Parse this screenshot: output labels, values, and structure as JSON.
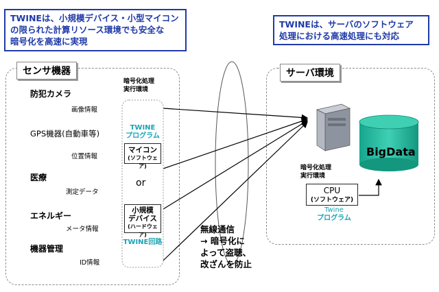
{
  "callouts": {
    "left": [
      "TWINEは、小規模デバイス・小型マイコン",
      "の限られた計算リソース環境でも安全な",
      "暗号化を高速に実現"
    ],
    "right": [
      "TWINEは、サーバのソフトウェア",
      "処理における高速処理にも対応"
    ]
  },
  "sensor": {
    "title": "センサ機器",
    "env_label": [
      "暗号化処理",
      "実行環境"
    ],
    "devices": [
      {
        "name": "防犯カメラ",
        "data": "画像情報"
      },
      {
        "name": "GPS機器(自動車等)",
        "data": "位置情報"
      },
      {
        "name": "医療",
        "data": "測定データ"
      },
      {
        "name": "エネルギー",
        "data": "メータ情報"
      },
      {
        "name": "機器管理",
        "data": "ID情報"
      }
    ],
    "twine_program": [
      "TWINE",
      "プログラム"
    ],
    "mcu_box": [
      "マイコン",
      "(ソフトウェア)"
    ],
    "or": "or",
    "hw_box": [
      "小規模",
      "デバイス",
      "(ハードウェア)"
    ],
    "twine_circuit": "TWINE回路"
  },
  "wireless": [
    "無線通信",
    "→ 暗号化に",
    "よって盗聴、",
    "改ざんを防止"
  ],
  "server": {
    "title": "サーバ環境",
    "db_label": "BigData",
    "env_label": [
      "暗号化処理",
      "実行環境"
    ],
    "cpu_box": [
      "CPU",
      "(ソフトウェア)"
    ],
    "twine_program": [
      "Twine",
      "プログラム"
    ]
  },
  "colors": {
    "callout": "#1f3aa8",
    "teal": "#1aa3b5",
    "db": "#1fb39a"
  }
}
